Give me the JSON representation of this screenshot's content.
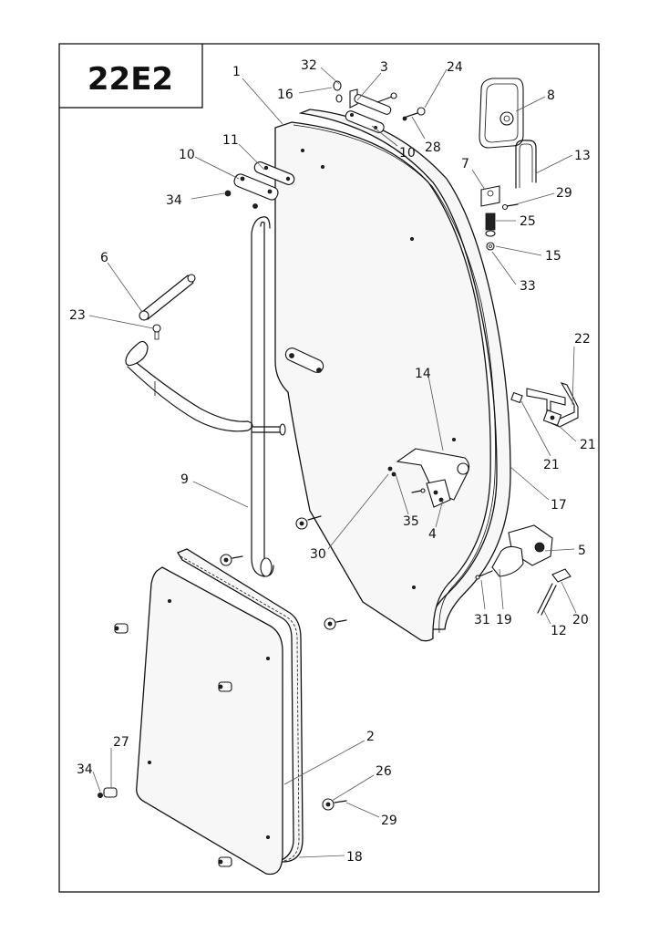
{
  "page": {
    "code": "22E2"
  },
  "callouts": [
    {
      "id": "c1",
      "label": "1"
    },
    {
      "id": "c2",
      "label": "2"
    },
    {
      "id": "c3",
      "label": "3"
    },
    {
      "id": "c4",
      "label": "4"
    },
    {
      "id": "c5",
      "label": "5"
    },
    {
      "id": "c6",
      "label": "6"
    },
    {
      "id": "c7",
      "label": "7"
    },
    {
      "id": "c8",
      "label": "8"
    },
    {
      "id": "c9",
      "label": "9"
    },
    {
      "id": "c10a",
      "label": "10"
    },
    {
      "id": "c10b",
      "label": "10"
    },
    {
      "id": "c11",
      "label": "11"
    },
    {
      "id": "c12",
      "label": "12"
    },
    {
      "id": "c13",
      "label": "13"
    },
    {
      "id": "c14",
      "label": "14"
    },
    {
      "id": "c15",
      "label": "15"
    },
    {
      "id": "c16",
      "label": "16"
    },
    {
      "id": "c17",
      "label": "17"
    },
    {
      "id": "c18",
      "label": "18"
    },
    {
      "id": "c19",
      "label": "19"
    },
    {
      "id": "c20",
      "label": "20"
    },
    {
      "id": "c21a",
      "label": "21"
    },
    {
      "id": "c21b",
      "label": "21"
    },
    {
      "id": "c22",
      "label": "22"
    },
    {
      "id": "c23",
      "label": "23"
    },
    {
      "id": "c24",
      "label": "24"
    },
    {
      "id": "c25",
      "label": "25"
    },
    {
      "id": "c26",
      "label": "26"
    },
    {
      "id": "c27",
      "label": "27"
    },
    {
      "id": "c28",
      "label": "28"
    },
    {
      "id": "c29a",
      "label": "29"
    },
    {
      "id": "c29b",
      "label": "29"
    },
    {
      "id": "c30",
      "label": "30"
    },
    {
      "id": "c31",
      "label": "31"
    },
    {
      "id": "c32",
      "label": "32"
    },
    {
      "id": "c33",
      "label": "33"
    },
    {
      "id": "c34a",
      "label": "34"
    },
    {
      "id": "c34b",
      "label": "34"
    },
    {
      "id": "c35",
      "label": "35"
    }
  ]
}
